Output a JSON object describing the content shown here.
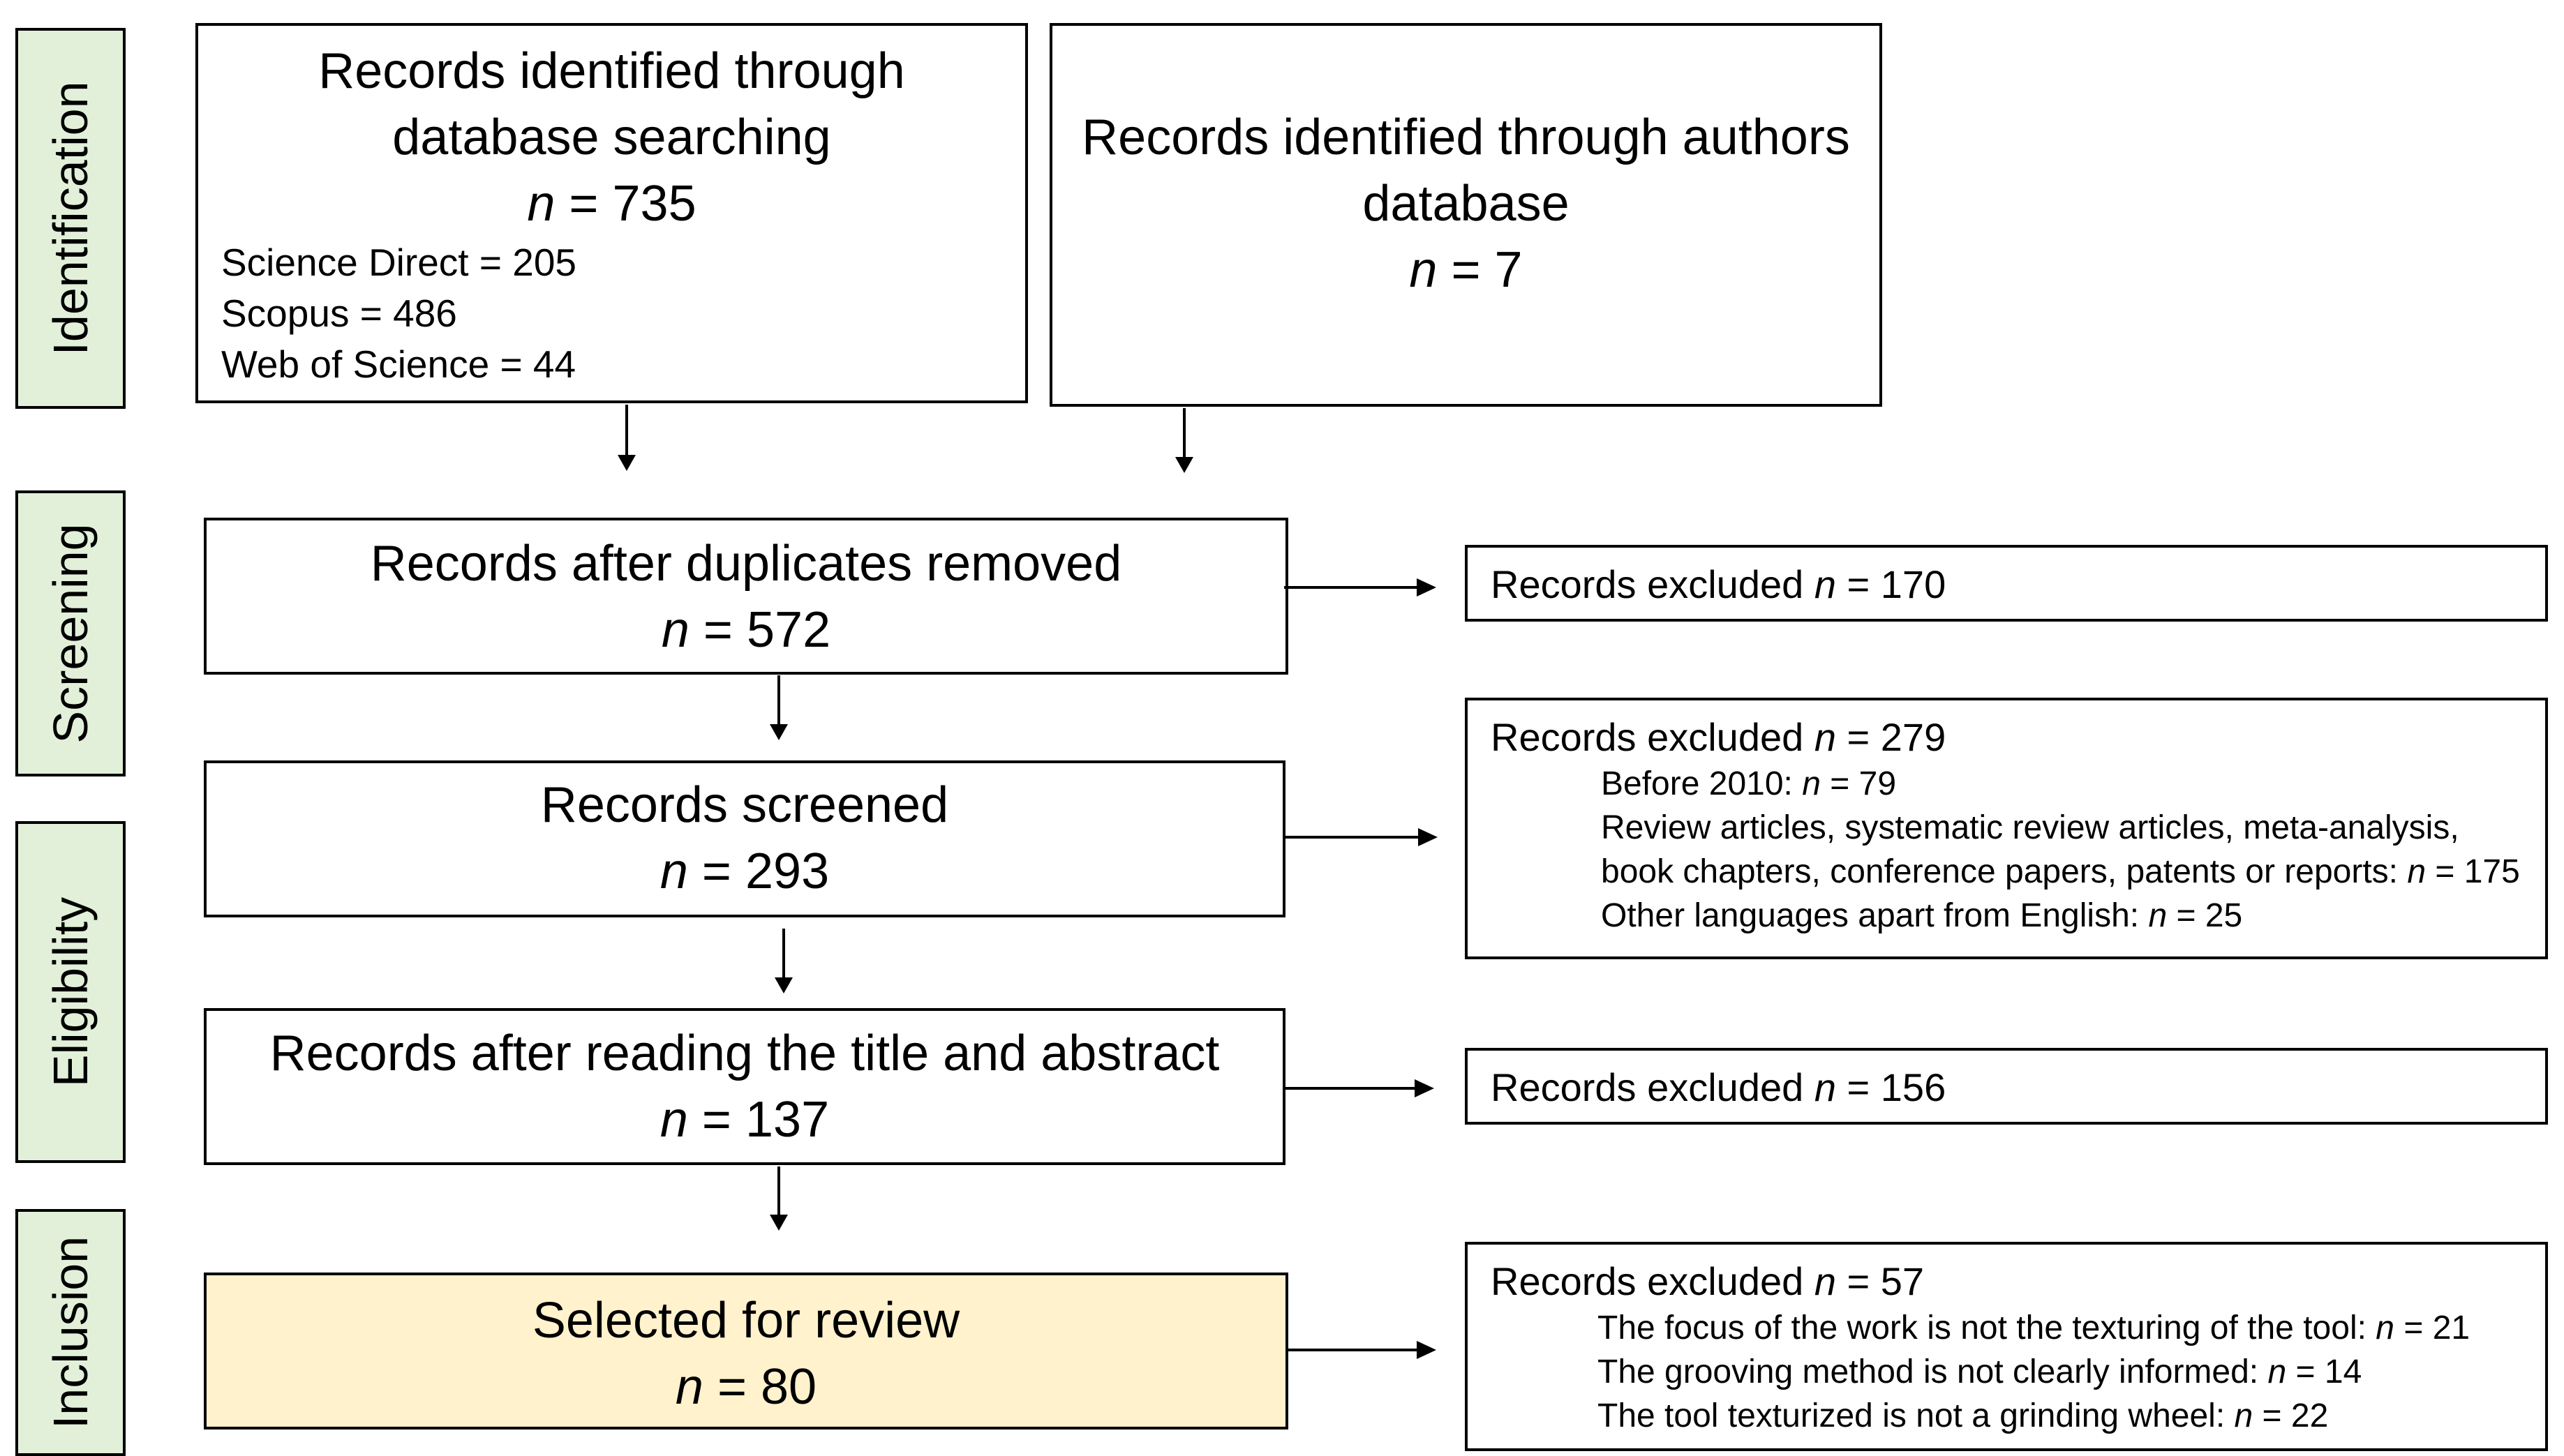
{
  "stages": {
    "identification": "Identification",
    "screening": "Screening",
    "eligibility": "Eligibility",
    "inclusion": "Inclusion"
  },
  "db_search": {
    "title_line1": "Records identified through",
    "title_line2": "database searching",
    "n_label": "n",
    "n_value": " = 735",
    "sources": [
      "Science Direct = 205",
      "Scopus = 486",
      "Web of Science = 44"
    ]
  },
  "authors_db": {
    "title_line1": "Records identified through authors",
    "title_line2": "database",
    "n_label": "n",
    "n_value": " = 7"
  },
  "after_duplicates": {
    "title": "Records after duplicates removed",
    "n_label": "n",
    "n_value": " = 572"
  },
  "screened": {
    "title": "Records screened",
    "n_label": "n",
    "n_value": " = 293"
  },
  "after_reading": {
    "title": "Records after reading the title and abstract",
    "n_label": "n",
    "n_value": " = 137"
  },
  "selected": {
    "title": "Selected for review",
    "n_label": "n",
    "n_value": " = 80",
    "highlight_color": "#fff2cc"
  },
  "excluded_1": {
    "head": "Records excluded ",
    "n_label": "n",
    "n_value": " = 170"
  },
  "excluded_2": {
    "head": "Records excluded ",
    "n_label": "n",
    "n_value": " = 279",
    "items": [
      {
        "text": "Before 2010: ",
        "n_label": "n",
        "n_value": " = 79"
      },
      {
        "text": "Review articles, systematic review articles, meta-analysis,",
        "n_label": "",
        "n_value": ""
      },
      {
        "text": "book chapters, conference papers, patents or reports: ",
        "n_label": "n",
        "n_value": " = 175"
      },
      {
        "text": "Other languages apart from English: ",
        "n_label": "n",
        "n_value": " = 25"
      }
    ]
  },
  "excluded_3": {
    "head": "Records excluded ",
    "n_label": "n",
    "n_value": " = 156"
  },
  "excluded_4": {
    "head": "Records excluded ",
    "n_label": "n",
    "n_value": " = 57",
    "items": [
      {
        "text": "The focus of the work is not the texturing of the tool: ",
        "n_label": "n",
        "n_value": " = 21"
      },
      {
        "text": "The grooving method is not clearly informed: ",
        "n_label": "n",
        "n_value": " = 14"
      },
      {
        "text": "The tool texturized is not a grinding wheel: ",
        "n_label": "n",
        "n_value": " = 22"
      }
    ]
  },
  "colors": {
    "stage_fill": "#e2f0d9",
    "selected_fill": "#fff2cc"
  }
}
